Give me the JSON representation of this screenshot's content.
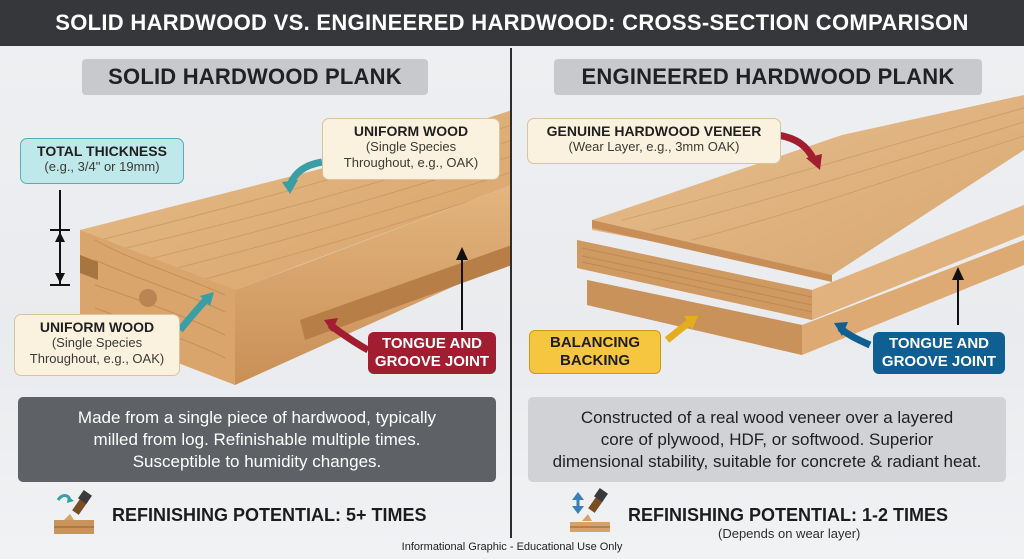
{
  "title": "SOLID HARDWOOD VS. ENGINEERED HARDWOOD: CROSS-SECTION COMPARISON",
  "solid": {
    "heading": "SOLID HARDWOOD PLANK",
    "total_thickness": {
      "title": "TOTAL THICKNESS",
      "detail": "(e.g., 3/4\" or 19mm)"
    },
    "uniform_wood_top": {
      "title": "UNIFORM WOOD",
      "line1": "(Single Species",
      "line2": "Throughout, e.g., OAK)"
    },
    "uniform_wood_bottom": {
      "title": "UNIFORM WOOD",
      "line1": "(Single Species",
      "line2": "Throughout, e.g., OAK)"
    },
    "joint_label": {
      "line1": "TONGUE AND",
      "line2": "GROOVE JOINT"
    },
    "description": {
      "line1": "Made from a single piece of hardwood, typically",
      "line2": "milled from log. Refinishable multiple times.",
      "line3": "Susceptible to humidity changes."
    },
    "refinishing": "REFINISHING POTENTIAL: 5+ TIMES"
  },
  "engineered": {
    "heading": "ENGINEERED HARDWOOD PLANK",
    "veneer": {
      "title": "GENUINE HARDWOOD VENEER",
      "detail": "(Wear Layer, e.g., 3mm OAK)"
    },
    "backing_label": {
      "line1": "BALANCING",
      "line2": "BACKING"
    },
    "joint_label": {
      "line1": "TONGUE AND",
      "line2": "GROOVE JOINT"
    },
    "description": {
      "line1": "Constructed of a real wood veneer over a layered",
      "line2": "core of plywood, HDF, or softwood. Superior",
      "line3": "dimensional stability, suitable for concrete & radiant heat."
    },
    "refinishing": "REFINISHING POTENTIAL: 1-2 TIMES",
    "refinishing_note": "(Depends on wear layer)"
  },
  "footer": "Informational Graphic - Educational Use Only",
  "icons": {
    "solid_refinish": "paintbrush-refinish-icon",
    "eng_refinish": "paintbrush-refinish-icon"
  },
  "colors": {
    "title_bar": "#35373b",
    "teal": "#4db2b7",
    "red": "#a11d2f",
    "yellow": "#f6c640",
    "blue": "#0f5f92",
    "wood": "#d9a873"
  }
}
